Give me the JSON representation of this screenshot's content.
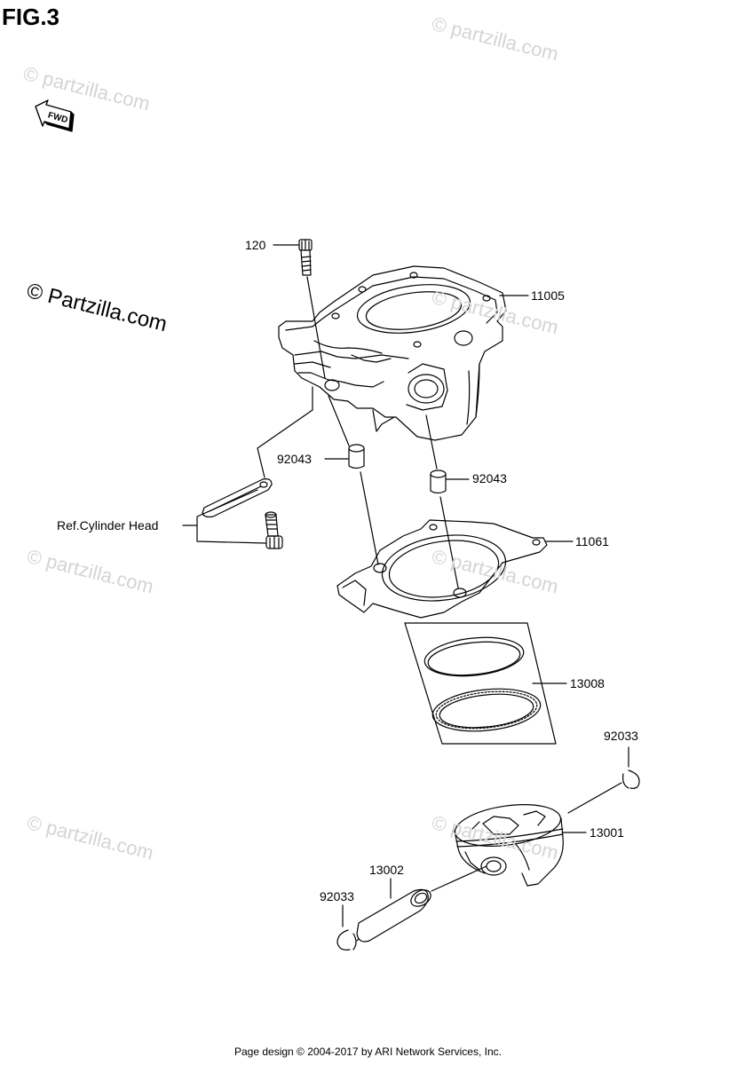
{
  "figure": {
    "title": "FIG.3",
    "fwd_label": "FWD"
  },
  "watermark": {
    "main": "© Partzilla.com",
    "faint": "© partzilla.com"
  },
  "parts": {
    "bolt_top": "120",
    "cylinder": "11005",
    "dowel_left": "92043",
    "dowel_right": "92043",
    "ref_cylinder_head": "Ref.Cylinder Head",
    "gasket": "11061",
    "ring_set": "13008",
    "circlip_right": "92033",
    "piston": "13001",
    "piston_pin": "13002",
    "circlip_left": "92033"
  },
  "footer": {
    "text": "Page design © 2004-2017 by ARI Network Services, Inc."
  }
}
